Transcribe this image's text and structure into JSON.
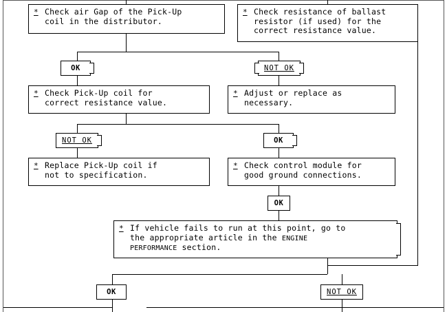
{
  "document": {
    "type": "troubleshooting-flowchart",
    "subject": "Ignition system diagnostic chart"
  },
  "bullet_glyph": "*",
  "steps": [
    {
      "id": "check-air-gap",
      "text": "Check air Gap of the Pick-Up\ncoil in the distributor."
    },
    {
      "id": "check-ballast-resistor",
      "text": "Check resistance of ballast\nresistor (if used) for the\ncorrect resistance value."
    },
    {
      "id": "check-pickup-coil-resistance",
      "text": "Check Pick-Up coil for\ncorrect resistance value."
    },
    {
      "id": "adjust-or-replace",
      "text": "Adjust or replace as\nnecessary."
    },
    {
      "id": "replace-pickup-coil",
      "text": "Replace Pick-Up coil if\nnot to specification."
    },
    {
      "id": "check-control-module-ground",
      "text": "Check control module for\ngood ground connections."
    },
    {
      "id": "engine-performance-referral",
      "line1": "If vehicle fails to run at this point, go to",
      "line2a": "the appropriate article in the ",
      "line2b": "ENGINE",
      "line3a": "PERFORMANCE",
      "line3b": " section."
    }
  ],
  "badges": [
    {
      "id": "ok-after-air-gap",
      "label": "OK"
    },
    {
      "id": "not-ok-after-ballast",
      "label": "NOT OK"
    },
    {
      "id": "not-ok-after-pickup-res",
      "label": "NOT OK"
    },
    {
      "id": "ok-after-adjust",
      "label": "OK"
    },
    {
      "id": "ok-after-module-ground",
      "label": "OK"
    },
    {
      "id": "ok-bottom-left",
      "label": "OK"
    },
    {
      "id": "not-ok-bottom-right",
      "label": "NOT OK"
    }
  ],
  "colors": {
    "ink": "#000000",
    "frame": "#555555",
    "paper": "#ffffff"
  }
}
